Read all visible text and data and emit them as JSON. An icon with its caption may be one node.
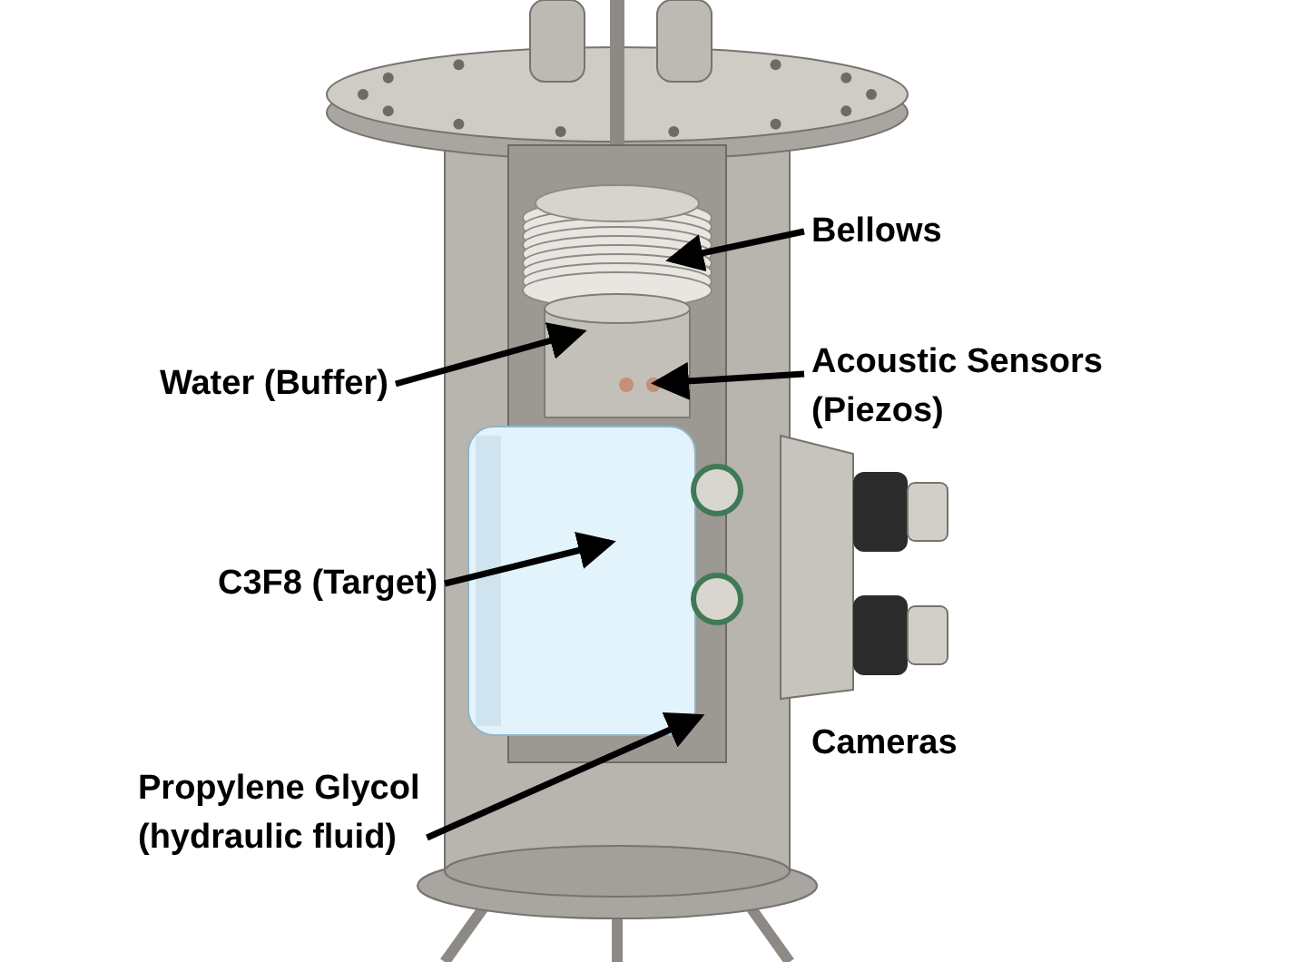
{
  "diagram": {
    "nodes": [
      {
        "text": [
          "Bellows"
        ]
      },
      {
        "text": [
          "Water (Buffer)"
        ]
      },
      {
        "text": [
          "Acoustic Sensors (Piezos)"
        ]
      },
      {
        "text": [
          "C3F8 (Target)"
        ]
      },
      {
        "text": [
          "Propylene Glycol (hydraulic fluid)"
        ]
      }
    ],
    "edges": [
      {
        "from": 0,
        "to": null,
        "arrow": "to"
      },
      {
        "from": 1,
        "to": null,
        "arrow": "to"
      },
      {
        "from": 2,
        "to": null,
        "arrow": "to"
      },
      {
        "from": 3,
        "to": null,
        "arrow": "to"
      },
      {
        "from": 4,
        "to": null,
        "arrow": "to"
      }
    ],
    "labels": [
      "Cameras"
    ]
  }
}
